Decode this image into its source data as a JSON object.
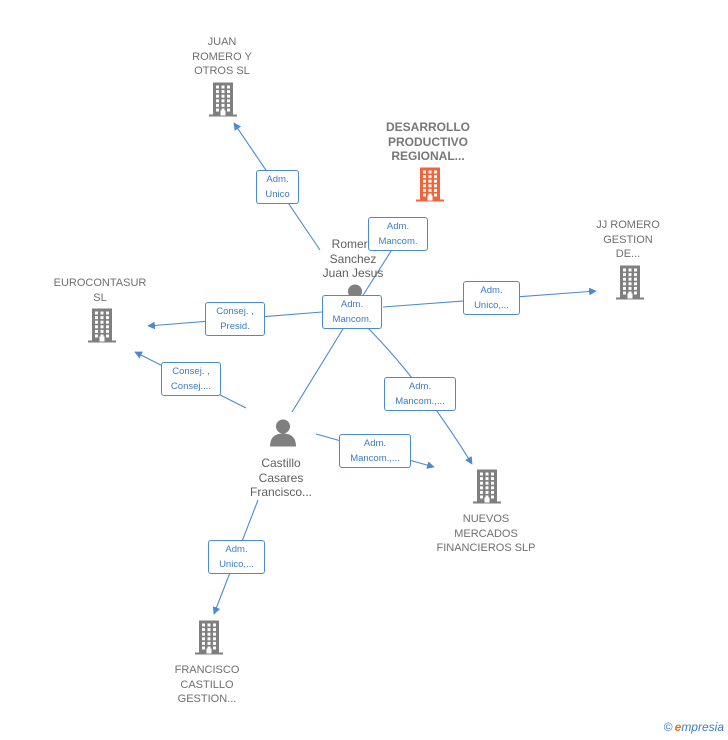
{
  "colors": {
    "edge": "#4a8ad4",
    "node_default": "#7f7f7f",
    "node_focus": "#f0643c",
    "text": "#6f6f6f"
  },
  "nodes": [
    {
      "id": "juan-romero",
      "kind": "company",
      "label": "JUAN\nROMERO Y\nOTROS  SL"
    },
    {
      "id": "desarrollo",
      "kind": "company",
      "focus": true,
      "label": "DESARROLLO\nPRODUCTIVO\nREGIONAL..."
    },
    {
      "id": "jj-romero",
      "kind": "company",
      "label": "JJ ROMERO\nGESTION\nDE..."
    },
    {
      "id": "eurocontasur",
      "kind": "company",
      "label": "EUROCONTASUR\nSL"
    },
    {
      "id": "nuevos-mercados",
      "kind": "company",
      "label": "NUEVOS\nMERCADOS\nFINANCIEROS SLP"
    },
    {
      "id": "francisco-castillo",
      "kind": "company",
      "label": "FRANCISCO\nCASTILLO\nGESTION..."
    },
    {
      "id": "romero-sanchez",
      "kind": "person",
      "label": "Romero\nSanchez\nJuan Jesus"
    },
    {
      "id": "castillo-casares",
      "kind": "person",
      "label": "Castillo\nCasares\nFrancisco..."
    }
  ],
  "edges": [
    {
      "id": "e1",
      "label": "Adm.\nUnico"
    },
    {
      "id": "e2",
      "label": "Adm.\nMancom."
    },
    {
      "id": "e3",
      "label": "Adm.\nUnico,..."
    },
    {
      "id": "e4",
      "label": "Consej. ,\nPresid."
    },
    {
      "id": "e5",
      "label": "Adm.\nMancom."
    },
    {
      "id": "e6",
      "label": "Adm.\nMancom.,..."
    },
    {
      "id": "e7",
      "label": "Consej. ,\nConsej...."
    },
    {
      "id": "e8",
      "label": "Adm.\nMancom.,..."
    },
    {
      "id": "e9",
      "label": "Adm.\nUnico,..."
    }
  ],
  "footer": {
    "copyright": "©",
    "brand_initial": "e",
    "brand_rest": "mpresia"
  }
}
